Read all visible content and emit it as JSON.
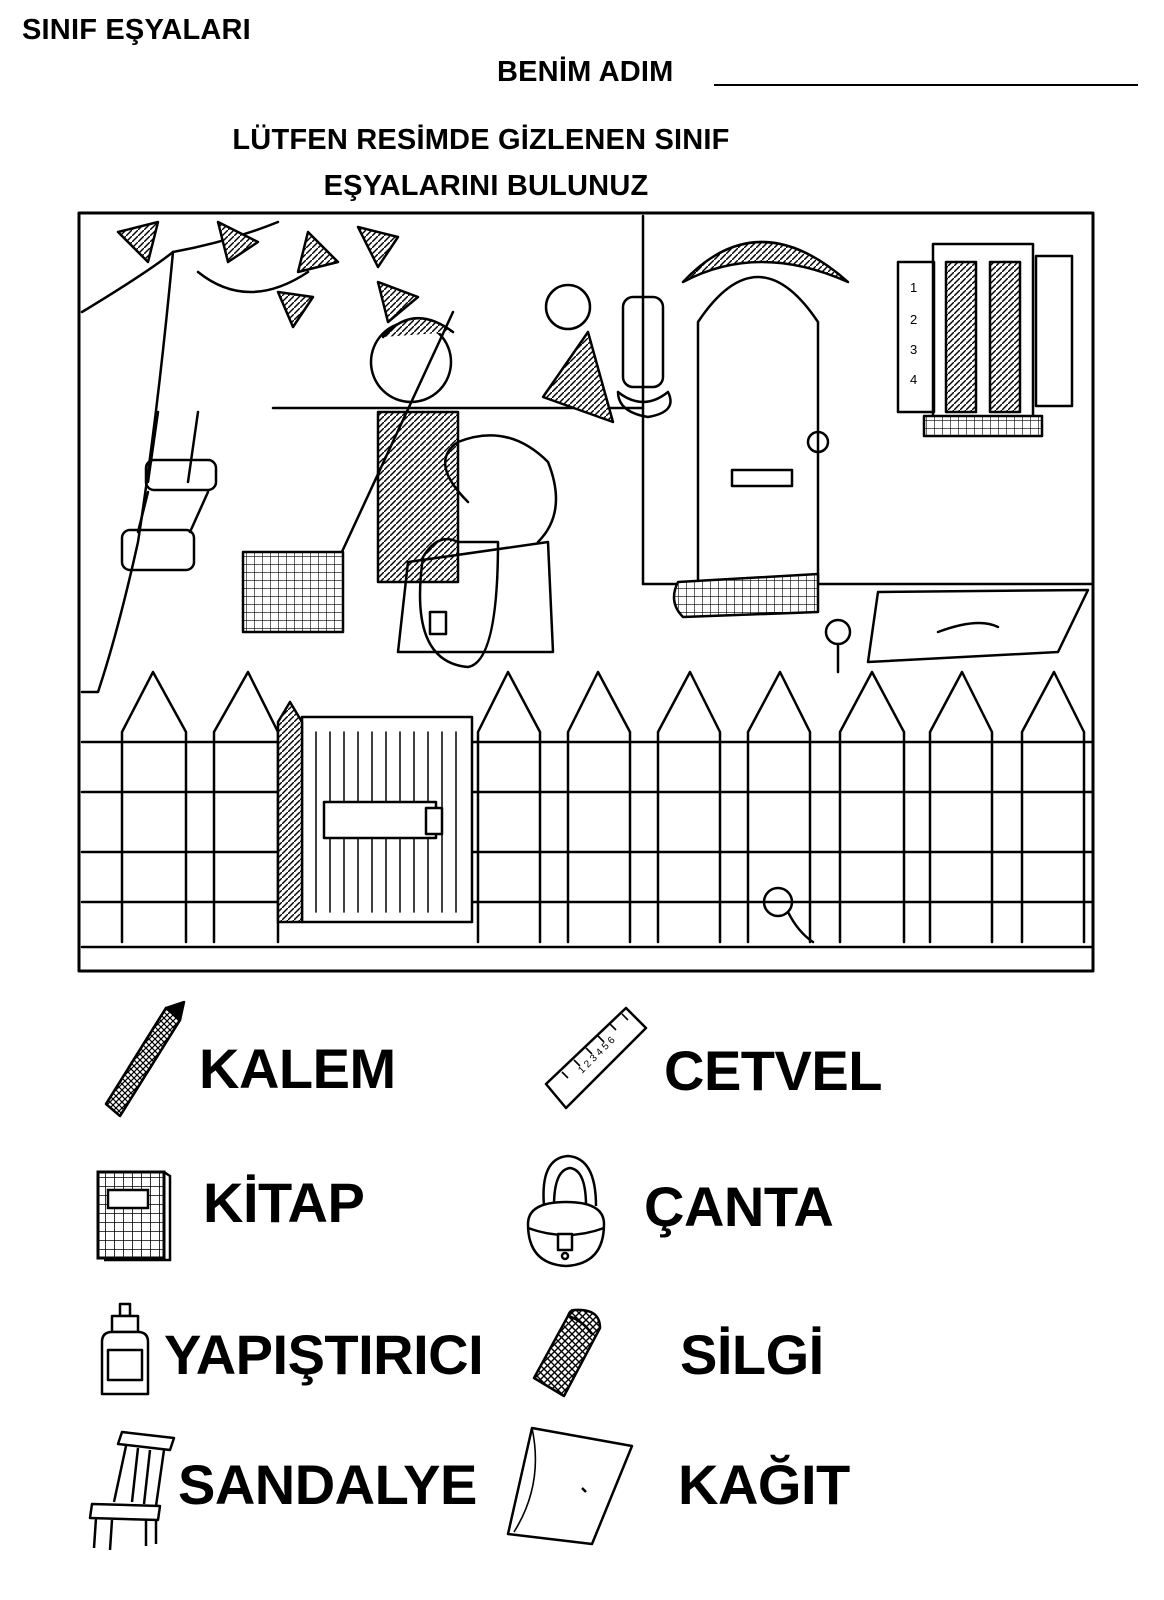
{
  "worksheet": {
    "topic": "SINIF EŞYALARI",
    "name_label": "BENİM ADIM",
    "instruction_line1": "LÜTFEN RESİMDE GİZLENEN SINIF",
    "instruction_line2": "EŞYALARINI BULUNUZ"
  },
  "word_bank": [
    {
      "word": "KALEM",
      "icon": "pencil-icon"
    },
    {
      "word": "CETVEL",
      "icon": "ruler-icon"
    },
    {
      "word": "KİTAP",
      "icon": "book-icon"
    },
    {
      "word": "ÇANTA",
      "icon": "bag-icon"
    },
    {
      "word": "YAPIŞTIRICI",
      "icon": "glue-icon"
    },
    {
      "word": "SİLGİ",
      "icon": "eraser-icon"
    },
    {
      "word": "SANDALYE",
      "icon": "chair-icon"
    },
    {
      "word": "KAĞIT",
      "icon": "paper-icon"
    }
  ],
  "colors": {
    "ink": "#000000",
    "paper": "#ffffff"
  }
}
